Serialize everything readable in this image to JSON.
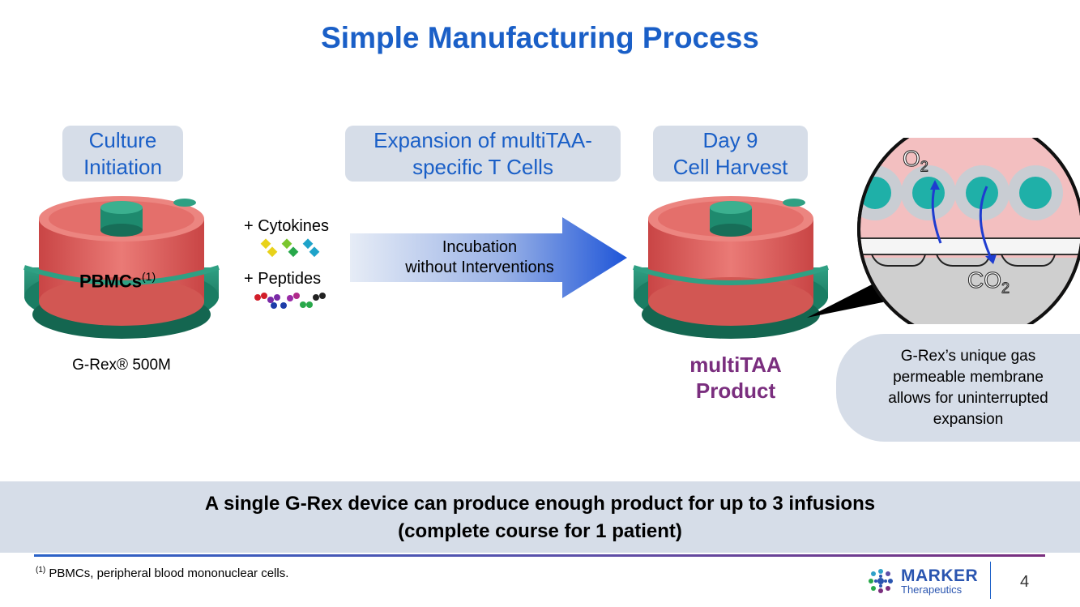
{
  "slide": {
    "title": "Simple Manufacturing Process",
    "page_number": "4"
  },
  "stages": [
    {
      "line1": "Culture",
      "line2": "Initiation"
    },
    {
      "line1": "Expansion of multiTAA-",
      "line2": "specific T Cells"
    },
    {
      "line1": "Day 9",
      "line2": "Cell Harvest"
    }
  ],
  "device": {
    "contents_label": "PBMCs",
    "contents_sup": "(1)",
    "caption": "G-Rex® 500M"
  },
  "reagents": {
    "cytokines": "+ Cytokines",
    "peptides": "+ Peptides"
  },
  "arrow": {
    "line1": "Incubation",
    "line2": "without Interventions"
  },
  "product": {
    "line1": "multiTAA",
    "line2": "Product"
  },
  "zoom": {
    "o2": "O",
    "o2_sub": "2",
    "co2": "CO",
    "co2_sub": "2"
  },
  "callout": {
    "line1": "G-Rex’s unique gas",
    "line2": "permeable membrane",
    "line3": "allows for uninterrupted",
    "line4": "expansion"
  },
  "banner": {
    "line1": "A single G-Rex device can produce enough product for up to 3 infusions",
    "line2": "(complete course for 1 patient)"
  },
  "footnote": {
    "marker": "(1)",
    "text": "PBMCs, peripheral blood mononuclear cells."
  },
  "logo": {
    "name": "MARKER",
    "sub": "Therapeutics"
  },
  "colors": {
    "title_blue": "#1a5fc7",
    "box_fill": "#d6dde8",
    "product_purple": "#7a2e7e",
    "device_red": "#e0605e",
    "device_green": "#1e8a6e"
  }
}
